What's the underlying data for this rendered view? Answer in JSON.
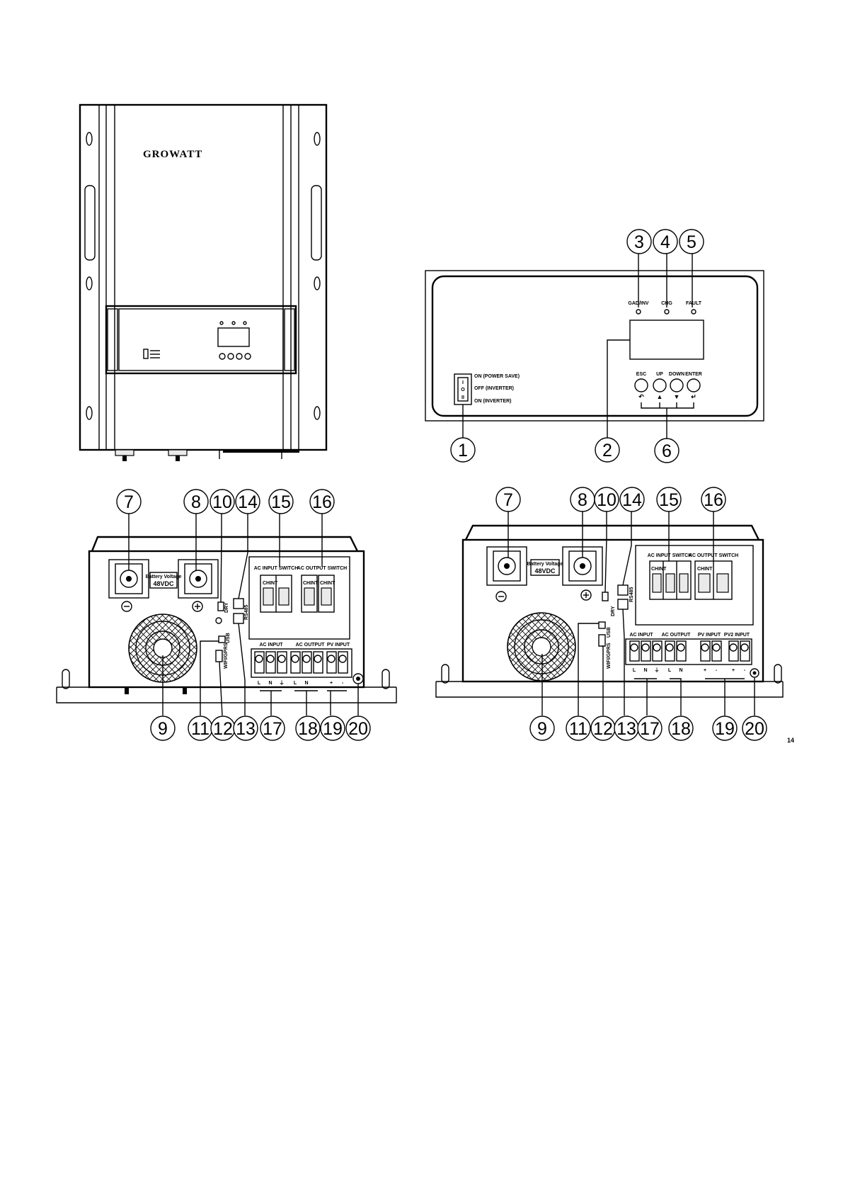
{
  "front_view": {
    "brand": "GROWATT"
  },
  "panel": {
    "leds": [
      "GAD/INV",
      "CHG",
      "FAULT"
    ],
    "buttons": [
      "ESC",
      "UP",
      "DOWN",
      "ENTER"
    ],
    "button_glyphs": [
      "↶",
      "▲",
      "▼",
      "↵"
    ],
    "switch_labels": [
      "ON (POWER SAVE)",
      "OFF (INVERTER)",
      "ON (INVERTER)"
    ],
    "switch_glyphs": [
      "I",
      "O",
      "II"
    ]
  },
  "callouts": {
    "panel": [
      "1",
      "2",
      "3",
      "4",
      "5",
      "6"
    ],
    "bottom": [
      "7",
      "8",
      "9",
      "10",
      "11",
      "12",
      "13",
      "14",
      "15",
      "16",
      "17",
      "18",
      "19",
      "20"
    ]
  },
  "bottom_view_a": {
    "battery_label": "Battery Voltage",
    "battery_value": "48VDC",
    "breaker_titles": [
      "AC INPUT SWITCH",
      "AC OUTPUT SWITCH"
    ],
    "breaker_brand": "CHINT",
    "terminal_groups": [
      "AC INPUT",
      "AC OUTPUT",
      "PV INPUT"
    ],
    "terminal_marks": [
      "L",
      "N",
      "⏚",
      "L",
      "N",
      "+",
      "-"
    ],
    "port_labels": [
      "DRY",
      "RS485",
      "USB",
      "WIFI/GPRS"
    ]
  },
  "bottom_view_b": {
    "battery_label": "Battery Voltage",
    "battery_value": "48VDC",
    "breaker_titles": [
      "AC INPUT SWITCH",
      "AC OUTPUT SWITCH"
    ],
    "breaker_brand": "CHINT",
    "terminal_groups": [
      "AC INPUT",
      "AC OUTPUT",
      "PV INPUT",
      "PV2 INPUT"
    ],
    "terminal_marks": [
      "L",
      "N",
      "⏚",
      "L",
      "N",
      "+",
      "-",
      "+",
      "-"
    ],
    "port_labels": [
      "DRY",
      "RS485",
      "USB",
      "WIFI/GPRS"
    ]
  },
  "page_number": "14"
}
